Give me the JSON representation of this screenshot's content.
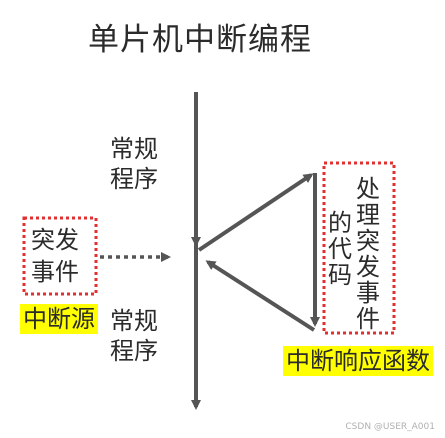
{
  "title": "单片机中断编程",
  "main_flow": {
    "label_before": "常规程序",
    "label_after": "常规程序"
  },
  "interrupt_event": {
    "label": "突发事件",
    "source_label": "中断源"
  },
  "handler": {
    "label_part1": "处理突发事件",
    "label_part2": "的代码",
    "function_label": "中断响应函数"
  },
  "colors": {
    "line": "#555555",
    "dotted_box": "#e03030",
    "highlight": "#ffff00"
  },
  "watermark": "CSDN @USER_A001"
}
